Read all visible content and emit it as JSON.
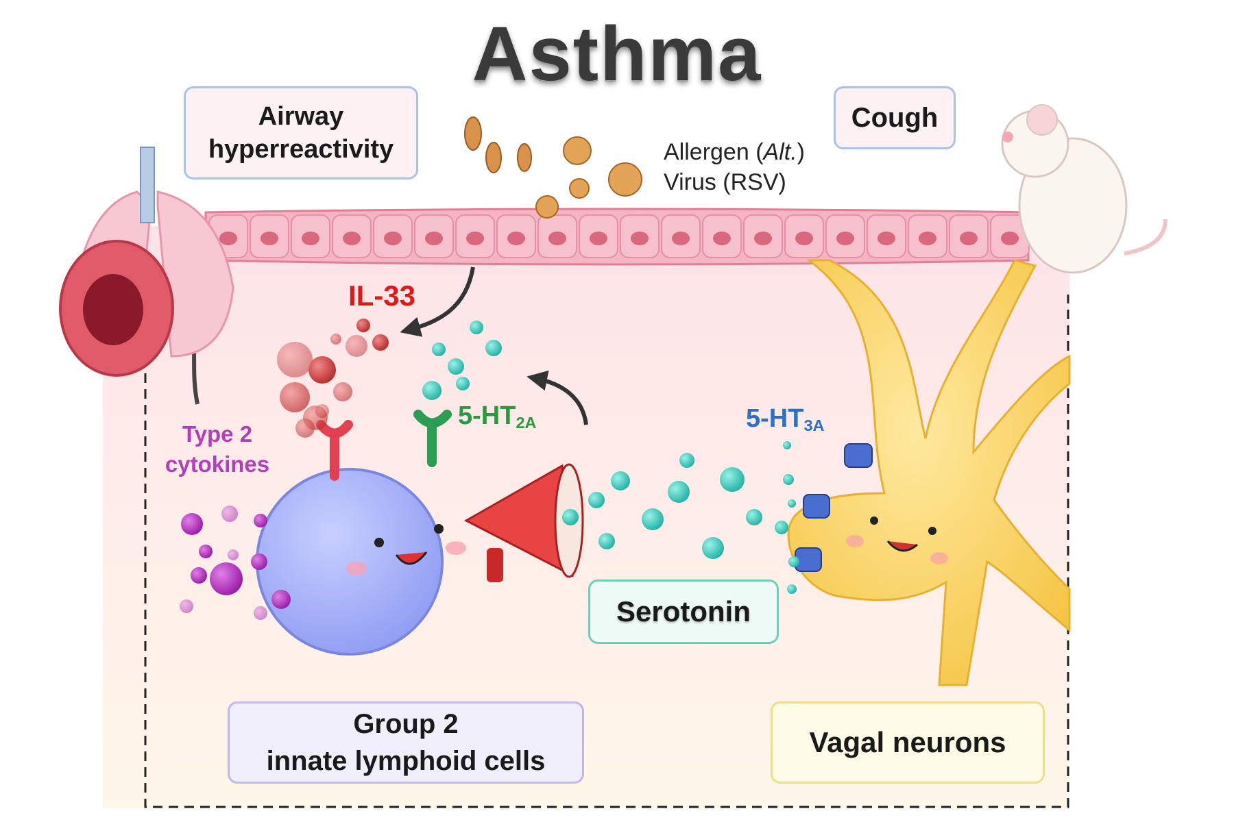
{
  "title": "Asthma",
  "airway_box": {
    "line1": "Airway",
    "line2": "hyperreactivity"
  },
  "cough_box": {
    "label": "Cough"
  },
  "allergen_label": {
    "line1_pre": "Allergen (",
    "line1_italic": "Alt.",
    "line1_post": ")",
    "line2": "Virus (RSV)"
  },
  "il33_label": "IL-33",
  "type2_label": {
    "line1": "Type 2",
    "line2": "cytokines"
  },
  "ht2a_label": {
    "base": "5-HT",
    "sub": "2A"
  },
  "ht3a_label": {
    "base": "5-HT",
    "sub": "3A"
  },
  "serotonin_box": {
    "label": "Serotonin"
  },
  "ilc_box": {
    "line1": "Group 2",
    "line2": "innate lymphoid cells"
  },
  "vagal_box": {
    "label": "Vagal neurons"
  },
  "colors": {
    "il33": "#e01818",
    "type2_cytokines": "#b040b8",
    "ht2a": "#2a9a40",
    "ht3a": "#2a6fc8",
    "serotonin": "#2fc4b2",
    "ilc_cell": "#9aa8f4",
    "neuron": "#f7cd5a",
    "epithelium": "#f2a2b4"
  },
  "icons": [
    "lung-icon",
    "mouse-icon",
    "megaphone-icon",
    "allergen-spore-icon",
    "virus-icon",
    "receptor-icon",
    "ion-channel-icon"
  ]
}
